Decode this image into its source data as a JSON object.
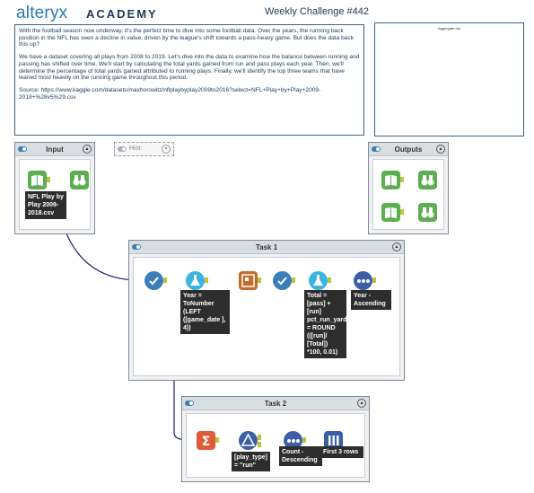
{
  "header": {
    "brand": "alteryx",
    "brand_sub": "ACADEMY",
    "challenge": "Weekly Challenge #442"
  },
  "description": {
    "p1": "With the football season now underway, it's the perfect time to dive into some football data. Over the years, the running back position in the NFL has seen a decline in value, driven by the league's shift towards a pass-heavy game. But does the data back this up?",
    "p2": "We have a dataset covering all plays from 2008 to 2019. Let's dive into the data to examine how the balance between running and passing has shifted over time. We'll start by calculating the total yards gained from run and pass plays each year. Then, we'll determine the percentage of total yards gained attributed to running plays. Finally, we'll identify the top three teams that have leaned most heavily on the running game throughout this period.",
    "p3": "Source:  https://www.kaggle.com/datasets/maxhorowitz/nflplaybyplay2009to2016?select=NFL+Play+by+Play+2009-2018+%28v5%29.csv"
  },
  "image_caption": "Aggregate the",
  "containers": {
    "input": "Input",
    "hint": "Hint:",
    "outputs": "Outputs",
    "task1": "Task 1",
    "task2": "Task 2"
  },
  "labels": {
    "input_file": "NFL Play by Play 2009-2018.csv",
    "formula1": "Year = ToNumber (LEFT ([game_date ], 4))",
    "formula2": "Total = [pass] + [run] pct_run_yards = ROUND (([run]/ [Total]) *100, 0.01)",
    "sort1": "Year - Ascending",
    "filter": "[play_type] = \"run\"",
    "sort2": "Count - Descending",
    "sample": "First 3 rows"
  },
  "icons": {
    "container_collapse": "chevron-up-icon",
    "input": "book-icon",
    "browse": "binoculars-icon"
  },
  "colors": {
    "accent": "#2a7ab0",
    "text_dark": "#1c3a57",
    "select": "#3c7fb8",
    "formula": "#3bb3e3",
    "sort": "#3c5ea8",
    "summarize": "#e05a3a",
    "input": "#5cae50",
    "crosstab": "#c36a2c",
    "anchor": "#bfc33a",
    "connection": "#1e1e6e"
  }
}
